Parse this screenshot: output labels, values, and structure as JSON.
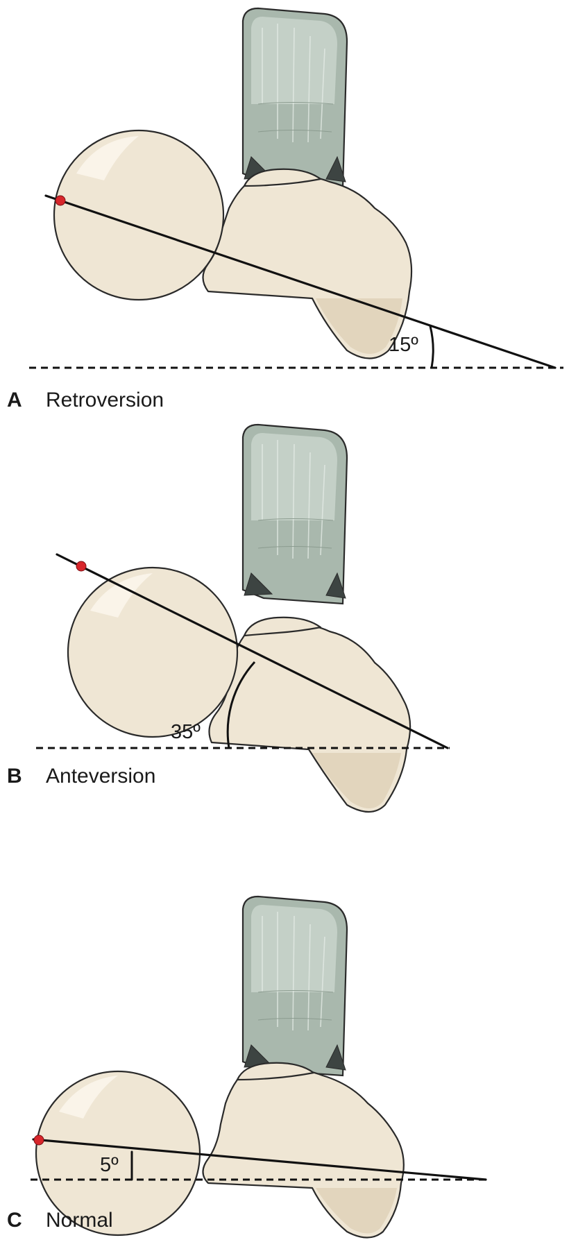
{
  "panels": [
    {
      "letter": "A",
      "title": "Retroversion",
      "angle_label": "15º",
      "angle_degrees": 15
    },
    {
      "letter": "B",
      "title": "Anteversion",
      "angle_label": "35º",
      "angle_degrees": 35
    },
    {
      "letter": "C",
      "title": "Normal",
      "angle_label": "5º",
      "angle_degrees": 5
    }
  ],
  "colors": {
    "bone": "#efe6d4",
    "foot": "#a9b8ad",
    "landmark_dot": "#d7262b",
    "lines": "#111111"
  }
}
